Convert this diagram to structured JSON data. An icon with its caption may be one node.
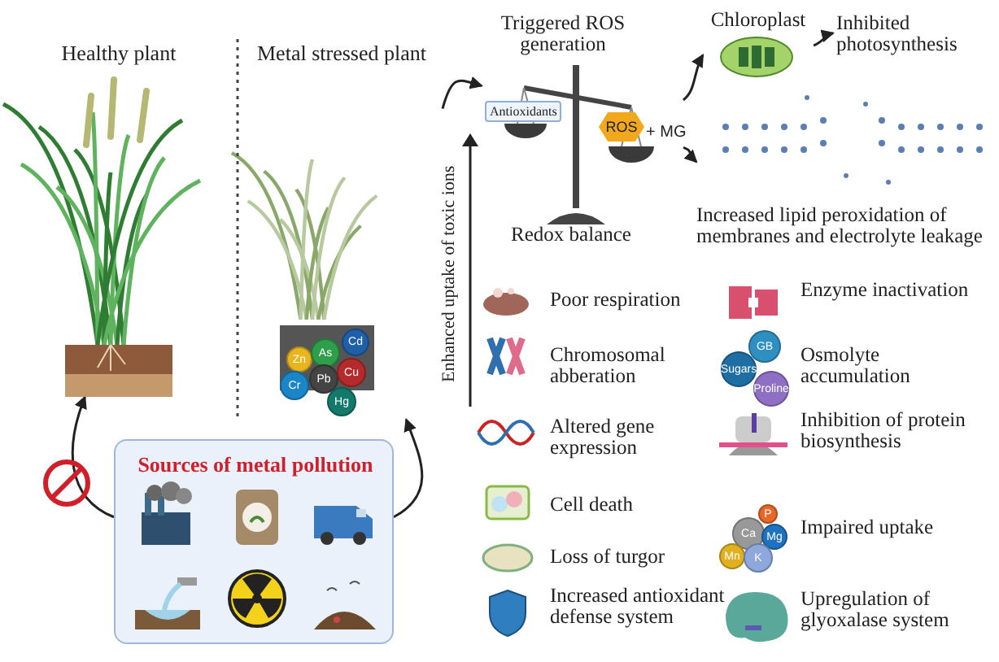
{
  "diagram": {
    "nodes": [
      {
        "text": [
          "Healthy plant"
        ]
      },
      {
        "text": [
          "Metal stressed plant"
        ]
      },
      {
        "text": [
          "Sources of metal pollution"
        ]
      },
      {
        "text": [
          "Triggered ROS generation",
          "Antioxidants",
          "ROS",
          "+ MG",
          "Redox balance"
        ]
      },
      {
        "text": [
          "Chloroplast"
        ]
      },
      {
        "text": [
          "Inhibited photosynthesis"
        ]
      },
      {
        "text": [
          "Increased lipid peroxidation of membranes and electrolyte leakage"
        ]
      }
    ],
    "edges": [
      {
        "from": 2,
        "to": 0,
        "arrow": "to"
      },
      {
        "from": 2,
        "to": 1,
        "arrow": "to"
      },
      {
        "from": 1,
        "to": 3,
        "arrow": "to"
      },
      {
        "from": 3,
        "to": 4,
        "arrow": "to"
      },
      {
        "from": 4,
        "to": 5,
        "arrow": "to"
      },
      {
        "from": 3,
        "to": 6,
        "arrow": "to"
      }
    ],
    "labels": [
      "Enhanced uptake of toxic ions",
      "Zn",
      "As",
      "Cd",
      "Cr",
      "Pb",
      "Cu",
      "Hg",
      "Poor respiration",
      "Enzyme inactivation",
      "Chromosomal abberation",
      "GB",
      "Sugars",
      "Proline",
      "Osmolyte accumulation",
      "Altered gene expression",
      "Inhibition of protein biosynthesis",
      "Cell death",
      "P",
      "Ca",
      "Mg",
      "Mn",
      "K",
      "Impaired uptake",
      "Loss of turgor",
      "Increased antioxidant defense system",
      "Upregulation of glyoxalase system"
    ]
  }
}
